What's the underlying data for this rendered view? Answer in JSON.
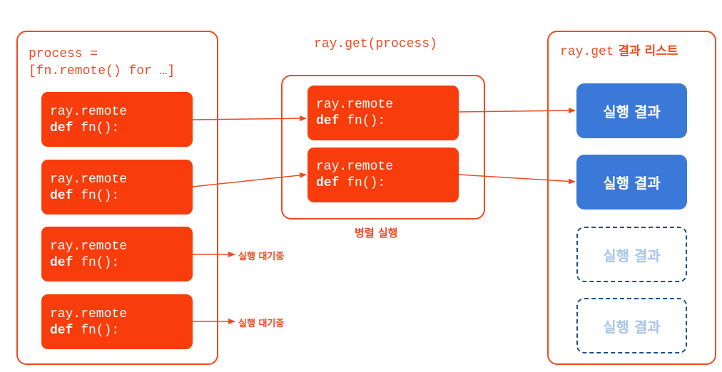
{
  "colors": {
    "accent": "#f04a23",
    "card": "#f83c0c",
    "done": "#3a79d8",
    "pending_border": "#1c4f8c",
    "pending_text": "#a8c5ea"
  },
  "left_panel": {
    "label_line1": "process =",
    "label_line2": "[fn.remote() for …]"
  },
  "middle_panel": {
    "title": "ray.get(process)",
    "caption": "병렬 실행"
  },
  "right_panel": {
    "title_code": "ray.get",
    "title_text": "결과 리스트"
  },
  "card": {
    "line1": "ray.remote",
    "kw": "def",
    "rest": " fn():"
  },
  "waiting_label": "실행 대기중",
  "results": [
    {
      "label": "실행 결과",
      "status": "done"
    },
    {
      "label": "실행 결과",
      "status": "done"
    },
    {
      "label": "실행 결과",
      "status": "pending"
    },
    {
      "label": "실행 결과",
      "status": "pending"
    }
  ]
}
